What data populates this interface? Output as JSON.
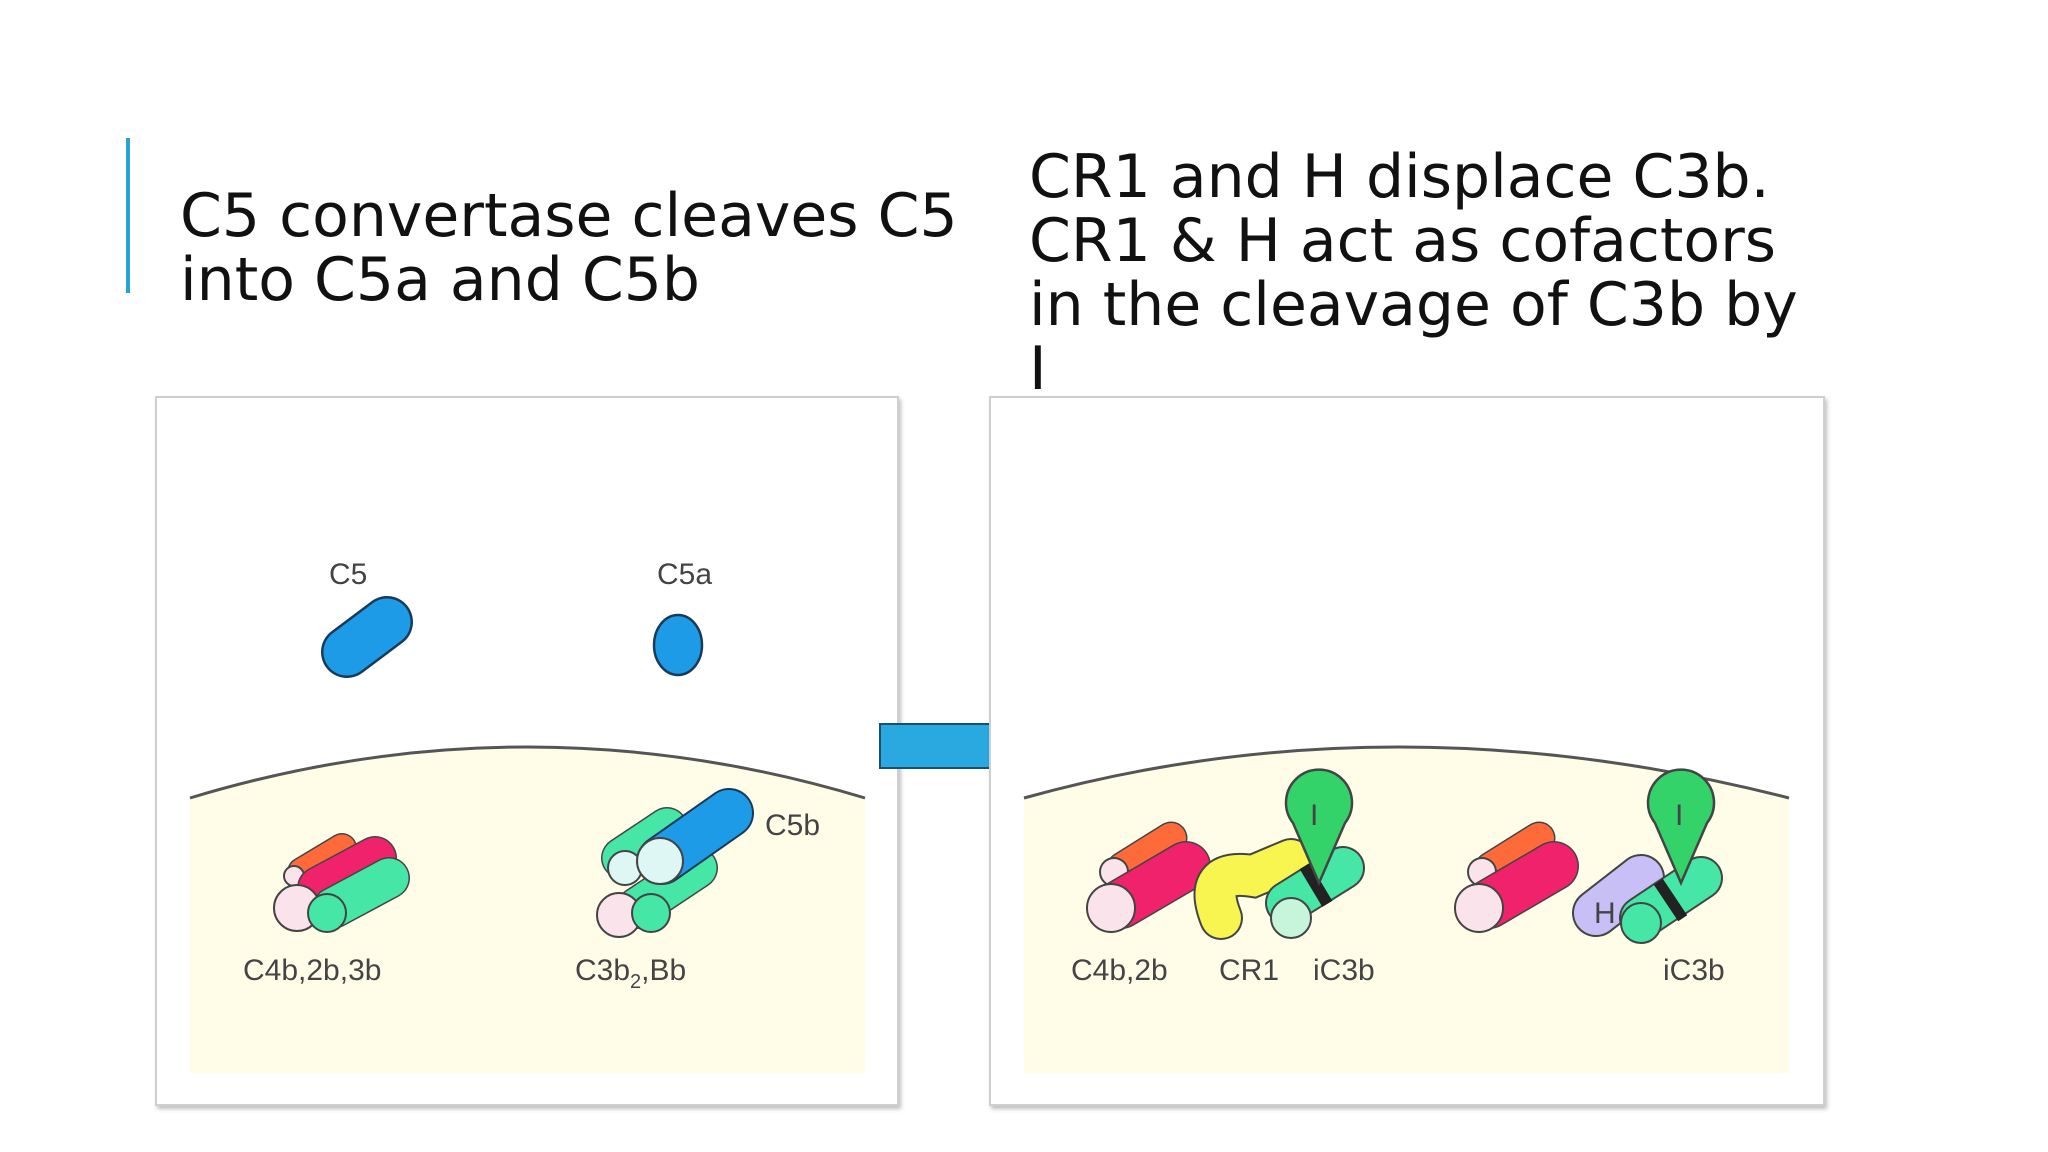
{
  "left_title": {
    "line1": "C5 convertase cleaves C5",
    "line2": "into C5a and C5b"
  },
  "right_title": {
    "line1": "CR1 and H displace C3b.",
    "line2": "CR1 & H act as cofactors",
    "line3": "in the cleavage of C3b by",
    "line4": "I"
  },
  "left_panel": {
    "c5_label": "C5",
    "c5a_label": "C5a",
    "c5b_label": "C5b",
    "complex1_label": "C4b,2b,3b",
    "complex2_label_main": "C3b",
    "complex2_label_sub": "2",
    "complex2_label_tail": ",Bb"
  },
  "right_panel": {
    "c4b2b_label": "C4b,2b",
    "cr1_label": "CR1",
    "ic3b_label_1": "iC3b",
    "ic3b_label_2": "iC3b",
    "factor_i_1": "I",
    "factor_i_2": "I",
    "factor_h": "H"
  },
  "colors": {
    "accent": "#29a3d6",
    "c5_blue": "#1e9be6",
    "membrane_fill": "#fffde8",
    "orange": "#ff6a3a",
    "pink": "#f0226b",
    "mint": "#45e6a6",
    "pale_pink": "#fbe3ec",
    "pale_cyan": "#def7f5",
    "yellow": "#f8f450",
    "green": "#34d36a",
    "lavender": "#c7bff5",
    "arrow": "#2aa8e0"
  }
}
